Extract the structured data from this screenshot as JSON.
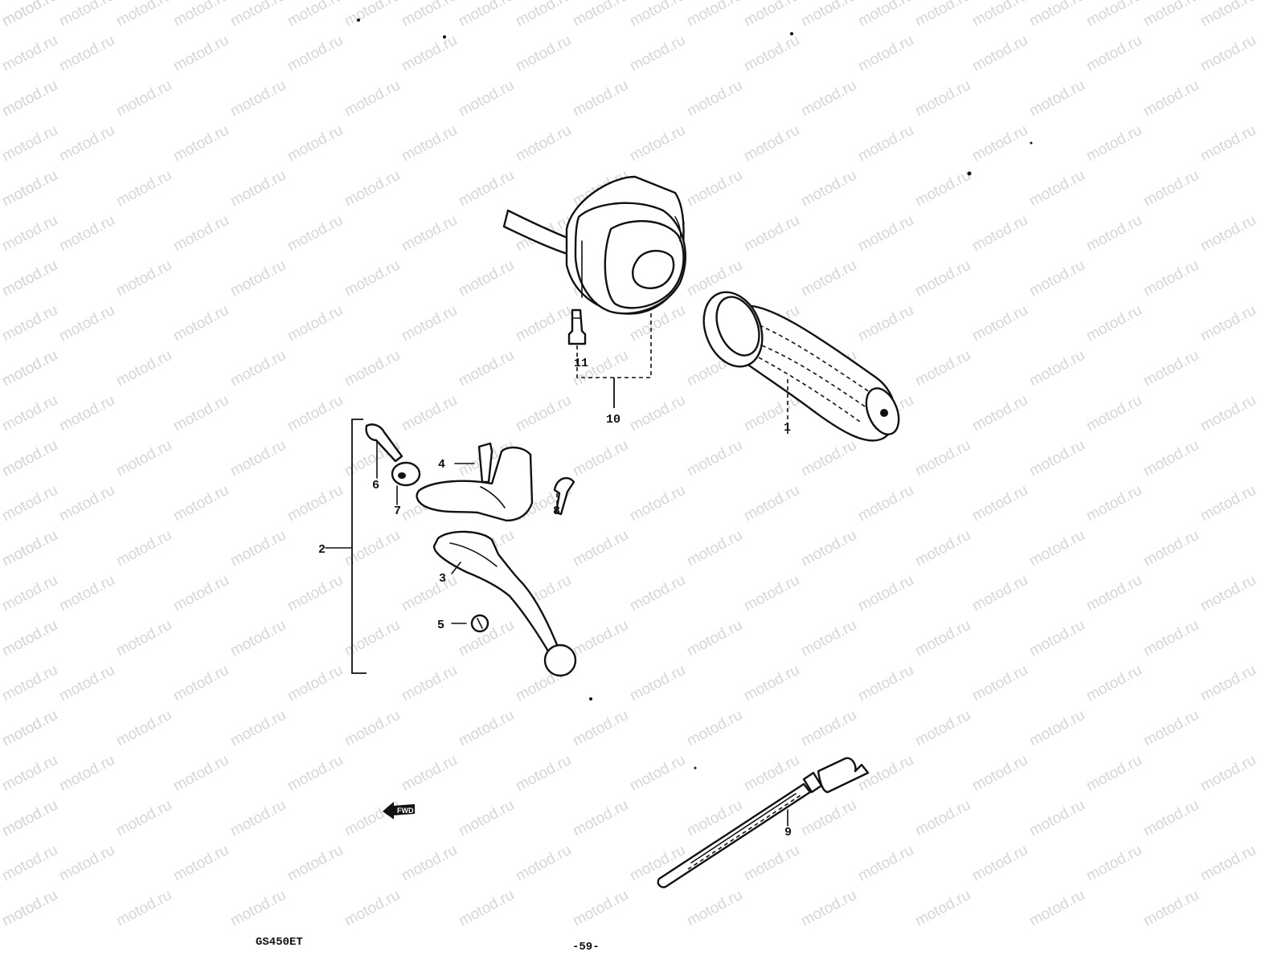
{
  "watermark": {
    "text": "motod.ru",
    "color": "#d6d6d6"
  },
  "callouts": {
    "c1": "1",
    "c2": "2",
    "c3": "3",
    "c4": "4",
    "c5": "5",
    "c6": "6",
    "c7": "7",
    "c8": "8",
    "c9": "9",
    "c10": "10",
    "c11": "11"
  },
  "fwd_label": "FWD",
  "footer": {
    "model": "GS450ET",
    "page": "-59-"
  },
  "parts": {
    "grip": "handlebar-grip-icon",
    "switch": "handlebar-switch-icon",
    "lever": "clutch-lever-icon",
    "tie": "cable-tie-icon",
    "arrow": "forward-arrow-icon"
  }
}
